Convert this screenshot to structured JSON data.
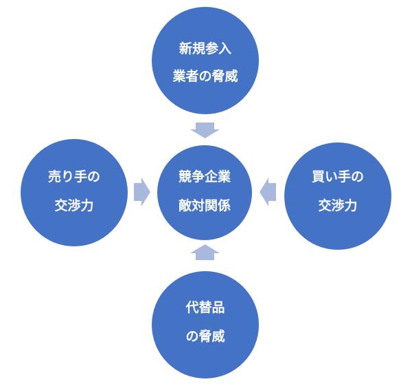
{
  "colors": {
    "circle": "#4472C4",
    "arrow": "#A9B8DD"
  },
  "nodes": {
    "top": {
      "line1": "新規参入",
      "line2": "業者の脅威"
    },
    "left": {
      "line1": "売り手の",
      "line2": "交渉力"
    },
    "center": {
      "line1": "競争企業",
      "line2": "敵対関係"
    },
    "right": {
      "line1": "買い手の",
      "line2": "交渉力"
    },
    "bottom": {
      "line1": "代替品",
      "line2": "の脅威"
    }
  }
}
